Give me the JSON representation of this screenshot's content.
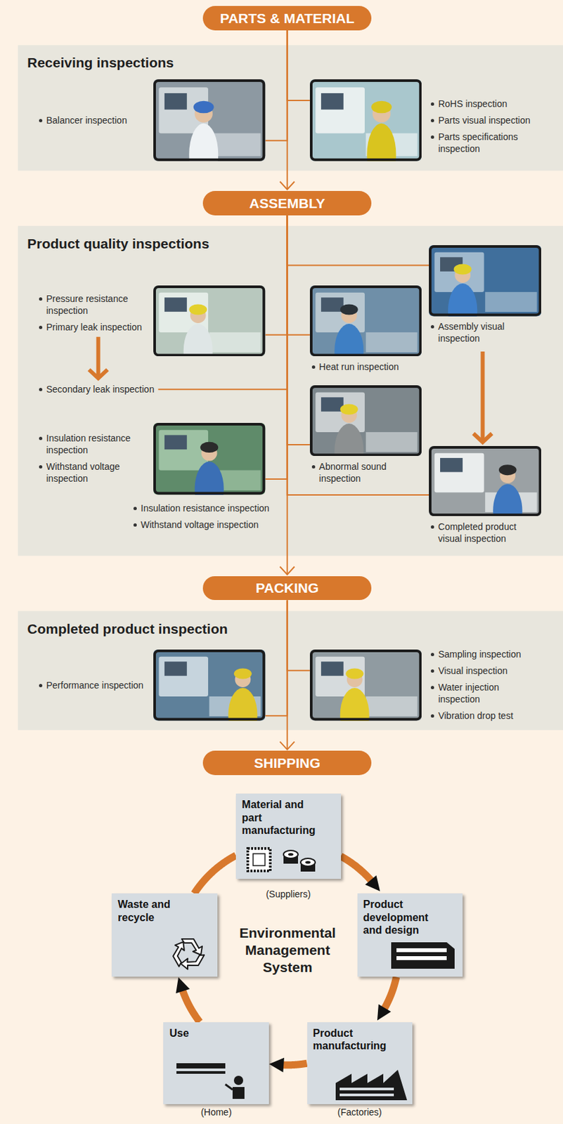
{
  "diagram": {
    "nodes": [
      {
        "text": [
          "PARTS & MATERIAL"
        ]
      },
      {
        "text": [
          "Receiving inspections"
        ]
      },
      {
        "text": [
          "Balancer inspection"
        ],
        "in": 1
      },
      {
        "text": [
          "RoHS inspection",
          "Parts visual inspection",
          "Parts specifications inspection"
        ],
        "in": 1
      },
      {
        "text": [
          "ASSEMBLY"
        ]
      },
      {
        "text": [
          "Product quality inspections"
        ]
      },
      {
        "text": [
          "Pressure resistance inspection",
          "Primary leak inspection"
        ],
        "in": 5
      },
      {
        "text": [
          "Heat run inspection"
        ],
        "in": 5
      },
      {
        "text": [
          "Assembly visual inspection"
        ],
        "in": 5
      },
      {
        "text": [
          "Insulation resistance inspection",
          "Withstand voltage inspection",
          "Insulation resistance inspection",
          "Withstand voltage inspection"
        ],
        "in": 5
      },
      {
        "text": [
          "Abnormal sound inspection"
        ],
        "in": 5
      },
      {
        "text": [
          "Completed product visual inspection"
        ],
        "in": 5
      },
      {
        "text": [
          "PACKING"
        ]
      },
      {
        "text": [
          "Completed product inspection"
        ]
      },
      {
        "text": [
          "Performance inspection"
        ],
        "in": 13
      },
      {
        "text": [
          "Sampling inspection",
          "Visual inspection",
          "Water injection inspection",
          "Vibration drop test"
        ],
        "in": 13
      },
      {
        "text": [
          "SHIPPING"
        ]
      },
      {
        "text": [
          "Material and part manufacturing",
          "(Suppliers)"
        ]
      },
      {
        "text": [
          "Product development and design"
        ]
      },
      {
        "text": [
          "Product manufacturing",
          "(Factories)"
        ]
      },
      {
        "text": [
          "Use",
          "(Home)"
        ]
      },
      {
        "text": [
          "Waste and recycle"
        ]
      }
    ],
    "edges": [
      {
        "from": 0,
        "to": 2,
        "arrow": "none"
      },
      {
        "from": 0,
        "to": 3,
        "arrow": "none"
      },
      {
        "from": 0,
        "to": 4,
        "arrow": "to"
      },
      {
        "from": 4,
        "to": 6,
        "arrow": "none"
      },
      {
        "from": 4,
        "to": 7,
        "arrow": "none"
      },
      {
        "from": 4,
        "to": 8,
        "arrow": "none"
      },
      {
        "from": 4,
        "to": 9,
        "arrow": "none"
      },
      {
        "from": 4,
        "to": 10,
        "arrow": "none"
      },
      {
        "from": 4,
        "to": 11,
        "arrow": "none"
      },
      {
        "from": 8,
        "to": 11,
        "arrow": "to"
      },
      {
        "from": 4,
        "to": 12,
        "arrow": "to"
      },
      {
        "from": 12,
        "to": 14,
        "arrow": "none"
      },
      {
        "from": 12,
        "to": 15,
        "arrow": "none"
      },
      {
        "from": 12,
        "to": 16,
        "arrow": "to"
      },
      {
        "from": 17,
        "to": 18,
        "arrow": "to"
      },
      {
        "from": 18,
        "to": 19,
        "arrow": "to"
      },
      {
        "from": 19,
        "to": 20,
        "arrow": "to"
      },
      {
        "from": 20,
        "to": 21,
        "arrow": "to"
      },
      {
        "from": 21,
        "to": 17,
        "arrow": "none"
      }
    ],
    "labels": [
      "Secondary leak inspection",
      "Environmental Management System"
    ]
  }
}
